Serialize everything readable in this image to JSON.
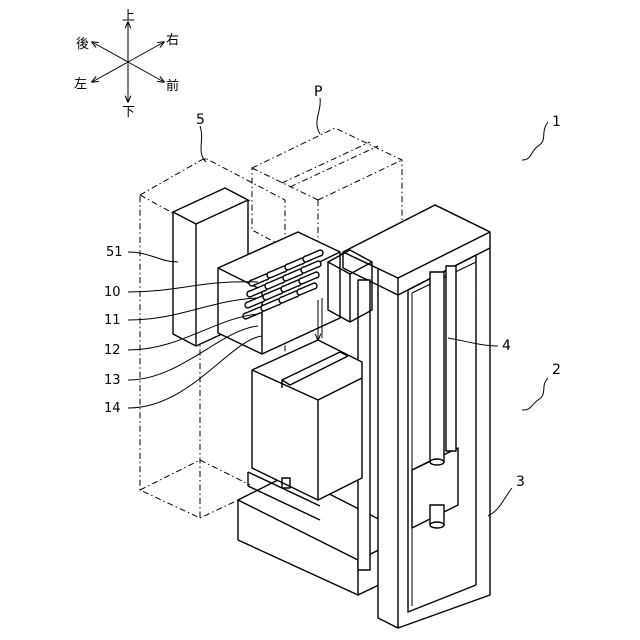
{
  "compass": {
    "up": "上",
    "down": "下",
    "left": "左",
    "right": "右",
    "front": "前",
    "back": "後"
  },
  "labels": {
    "l1": "1",
    "l2": "2",
    "l3": "3",
    "l4": "4",
    "l5": "5",
    "lP": "P",
    "l51": "51",
    "l10": "10",
    "l11": "11",
    "l12": "12",
    "l13": "13",
    "l14": "14"
  }
}
